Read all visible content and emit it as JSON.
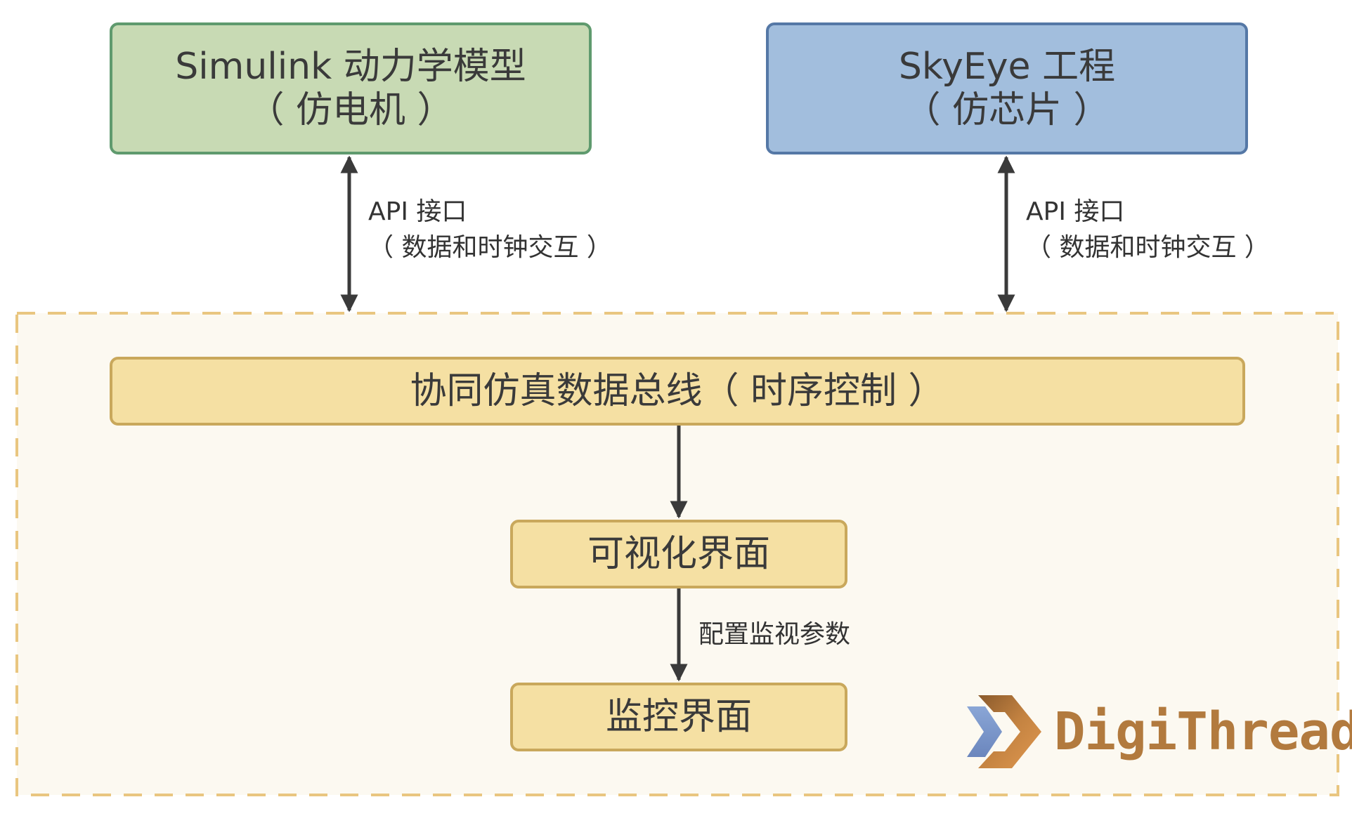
{
  "nodes": {
    "simulink": {
      "line1": "Simulink 动力学模型",
      "line2": "（ 仿电机 ）"
    },
    "skyeye": {
      "line1": "SkyEye 工程",
      "line2": "（ 仿芯片 ）"
    },
    "bus": {
      "label": "协同仿真数据总线（ 时序控制 ）"
    },
    "visual": {
      "label": "可视化界面"
    },
    "monitor": {
      "label": "监控界面"
    }
  },
  "edges": {
    "left_api": {
      "line1": "API 接口",
      "line2": "（ 数据和时钟交互 ）"
    },
    "right_api": {
      "line1": "API 接口",
      "line2": "（ 数据和时钟交互 ）"
    },
    "config": {
      "label": "配置监视参数"
    }
  },
  "brand": {
    "name": "DigiThread"
  },
  "colors": {
    "simulink_fill": "#c8dab4",
    "simulink_border": "#5f9a6e",
    "skyeye_fill": "#a2bedd",
    "skyeye_border": "#5578a6",
    "bus_fill": "#f5e0a3",
    "bus_border": "#c9a85c",
    "container_fill": "#fcf9f1",
    "container_border": "#e9c680",
    "arrow": "#3a3a3a",
    "brand": "#b27a3e"
  }
}
